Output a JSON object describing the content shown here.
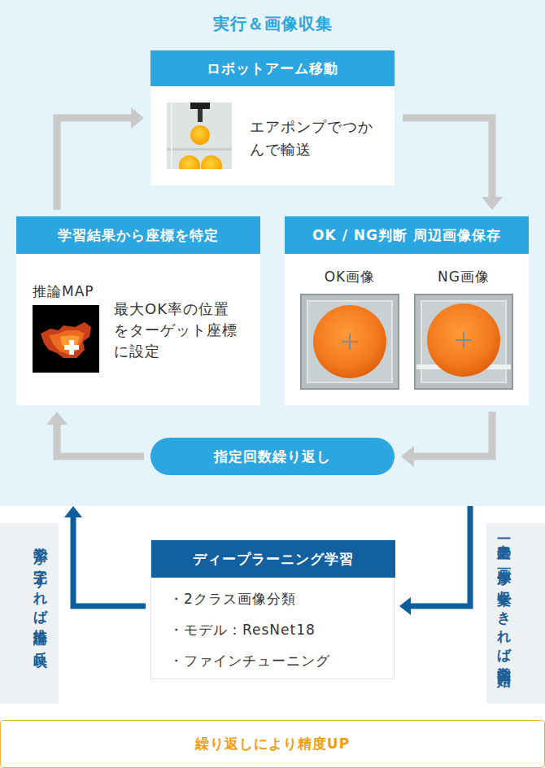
{
  "diagram": {
    "nodes": [
      {
        "text": [
          "実行＆画像収集"
        ]
      },
      {
        "text": [
          "ロボットアーム移動",
          "エアポンプでつかんで輸送"
        ],
        "in": 0
      },
      {
        "text": [
          "学習結果から座標を特定",
          "推論MAP",
          "最大OK率の位置をターゲット座標に設定"
        ],
        "in": 0
      },
      {
        "text": [
          "OK / NG判断 周辺画像保存",
          "OK画像",
          "NG画像"
        ],
        "in": 0
      },
      {
        "text": [
          "指定回数繰り返し"
        ],
        "in": 0
      },
      {
        "text": [
          "学習が完了すれば推論に反映"
        ]
      },
      {
        "text": [
          "ディープラーニング学習",
          "・2クラス画像分類",
          "・モデル：ResNet18",
          "・ファインチューニング"
        ]
      },
      {
        "text": [
          "一定量の画像が収集できれば学習開始"
        ]
      },
      {
        "text": [
          "繰り返しにより精度UP"
        ]
      }
    ],
    "edges": [
      {
        "from": 1,
        "to": 3,
        "arrow": "to"
      },
      {
        "from": 3,
        "to": 4,
        "arrow": "to"
      },
      {
        "from": 4,
        "to": 2,
        "arrow": "to"
      },
      {
        "from": 2,
        "to": 1,
        "arrow": "to"
      },
      {
        "from": 0,
        "to": 6,
        "arrow": "to"
      },
      {
        "from": 6,
        "to": 0,
        "arrow": "to"
      }
    ]
  }
}
